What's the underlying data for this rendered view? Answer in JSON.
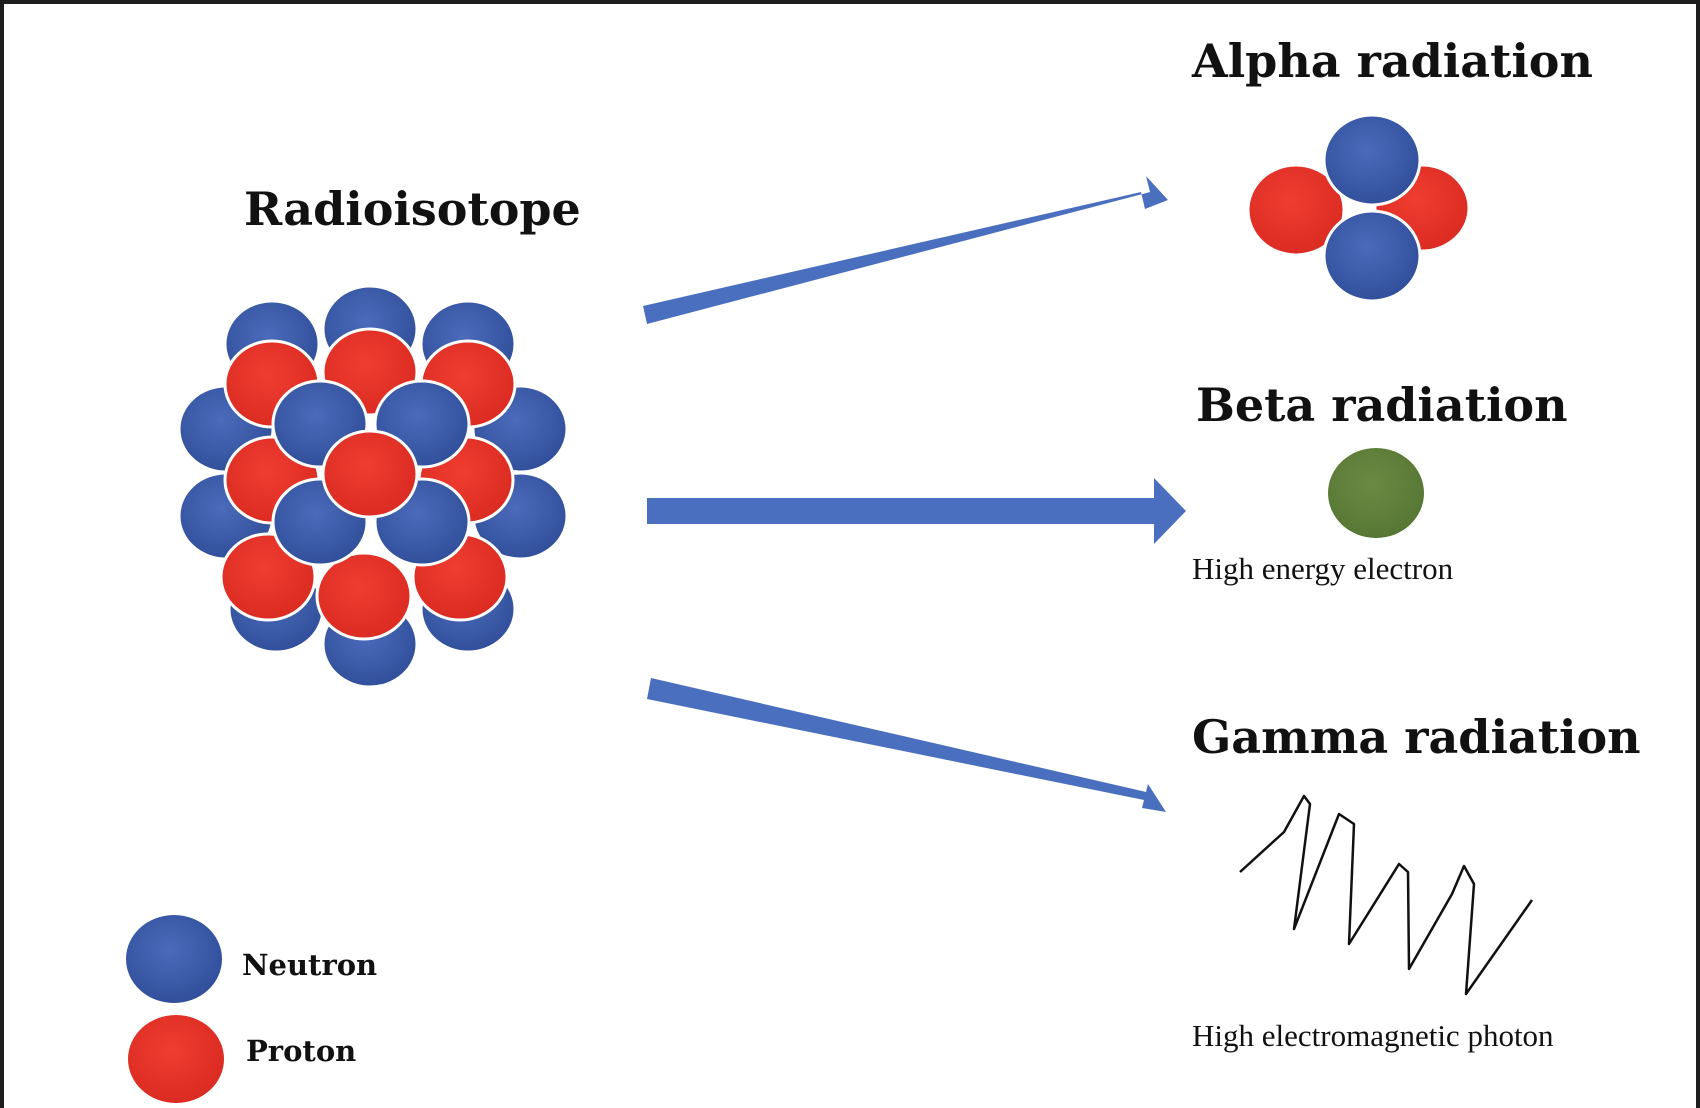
{
  "diagram": {
    "source": "Radioisotope",
    "emissions": [
      {
        "id": "alpha",
        "title": "Alpha radiation",
        "caption": ""
      },
      {
        "id": "beta",
        "title": "Beta radiation",
        "caption": "High energy electron"
      },
      {
        "id": "gamma",
        "title": "Gamma radiation",
        "caption": "High electromagnetic photon"
      }
    ],
    "legend": [
      {
        "label": "Neutron",
        "color": "#3a59a6"
      },
      {
        "label": "Proton",
        "color": "#e8332a"
      }
    ]
  },
  "colors": {
    "neutron": "#3a59a6",
    "proton": "#e8332a",
    "electron": "#5f7f3a",
    "arrow": "#4a6fbf",
    "wave": "#111111",
    "frame": "#1e1e1e"
  }
}
